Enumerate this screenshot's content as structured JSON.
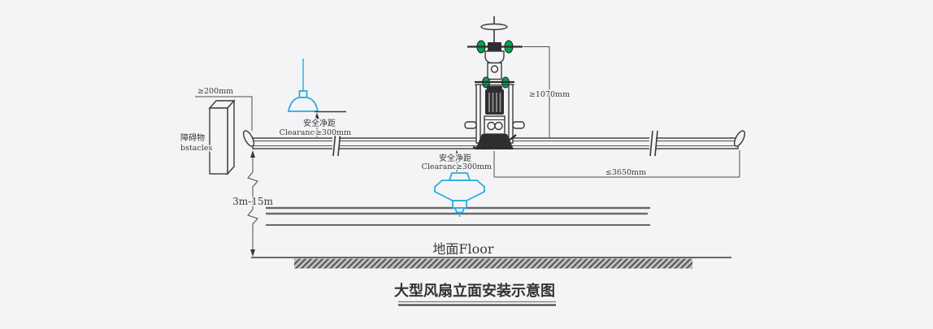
{
  "diagram": {
    "title": "大型风扇立面安装示意图",
    "floor_label": "地面Floor",
    "install_height": "3m-15m",
    "mount_drop": "≥1070mm",
    "blade_radius": "≤3650mm",
    "obstacle": {
      "label_cn": "障碍物",
      "label_en": "bstacles",
      "clearance": "≥200mm"
    },
    "ceiling_lamp_clearance": {
      "label_cn": "安全净距",
      "label_en": "Clearance",
      "value": "≥300mm"
    },
    "below_fan_clearance": {
      "label_cn": "安全净距",
      "label_en": "Clearance",
      "value": "≥300mm"
    },
    "icons": {
      "fan": "hvls-fan-icon",
      "pendant_lamp": "pendant-lamp-icon",
      "highbay_lamp": "highbay-lamp-icon"
    },
    "colors": {
      "background": "#f4f4f6",
      "ink": "#3a3a3c",
      "damper_green": "#00a651",
      "lamp_blue": "#29abe2"
    }
  }
}
